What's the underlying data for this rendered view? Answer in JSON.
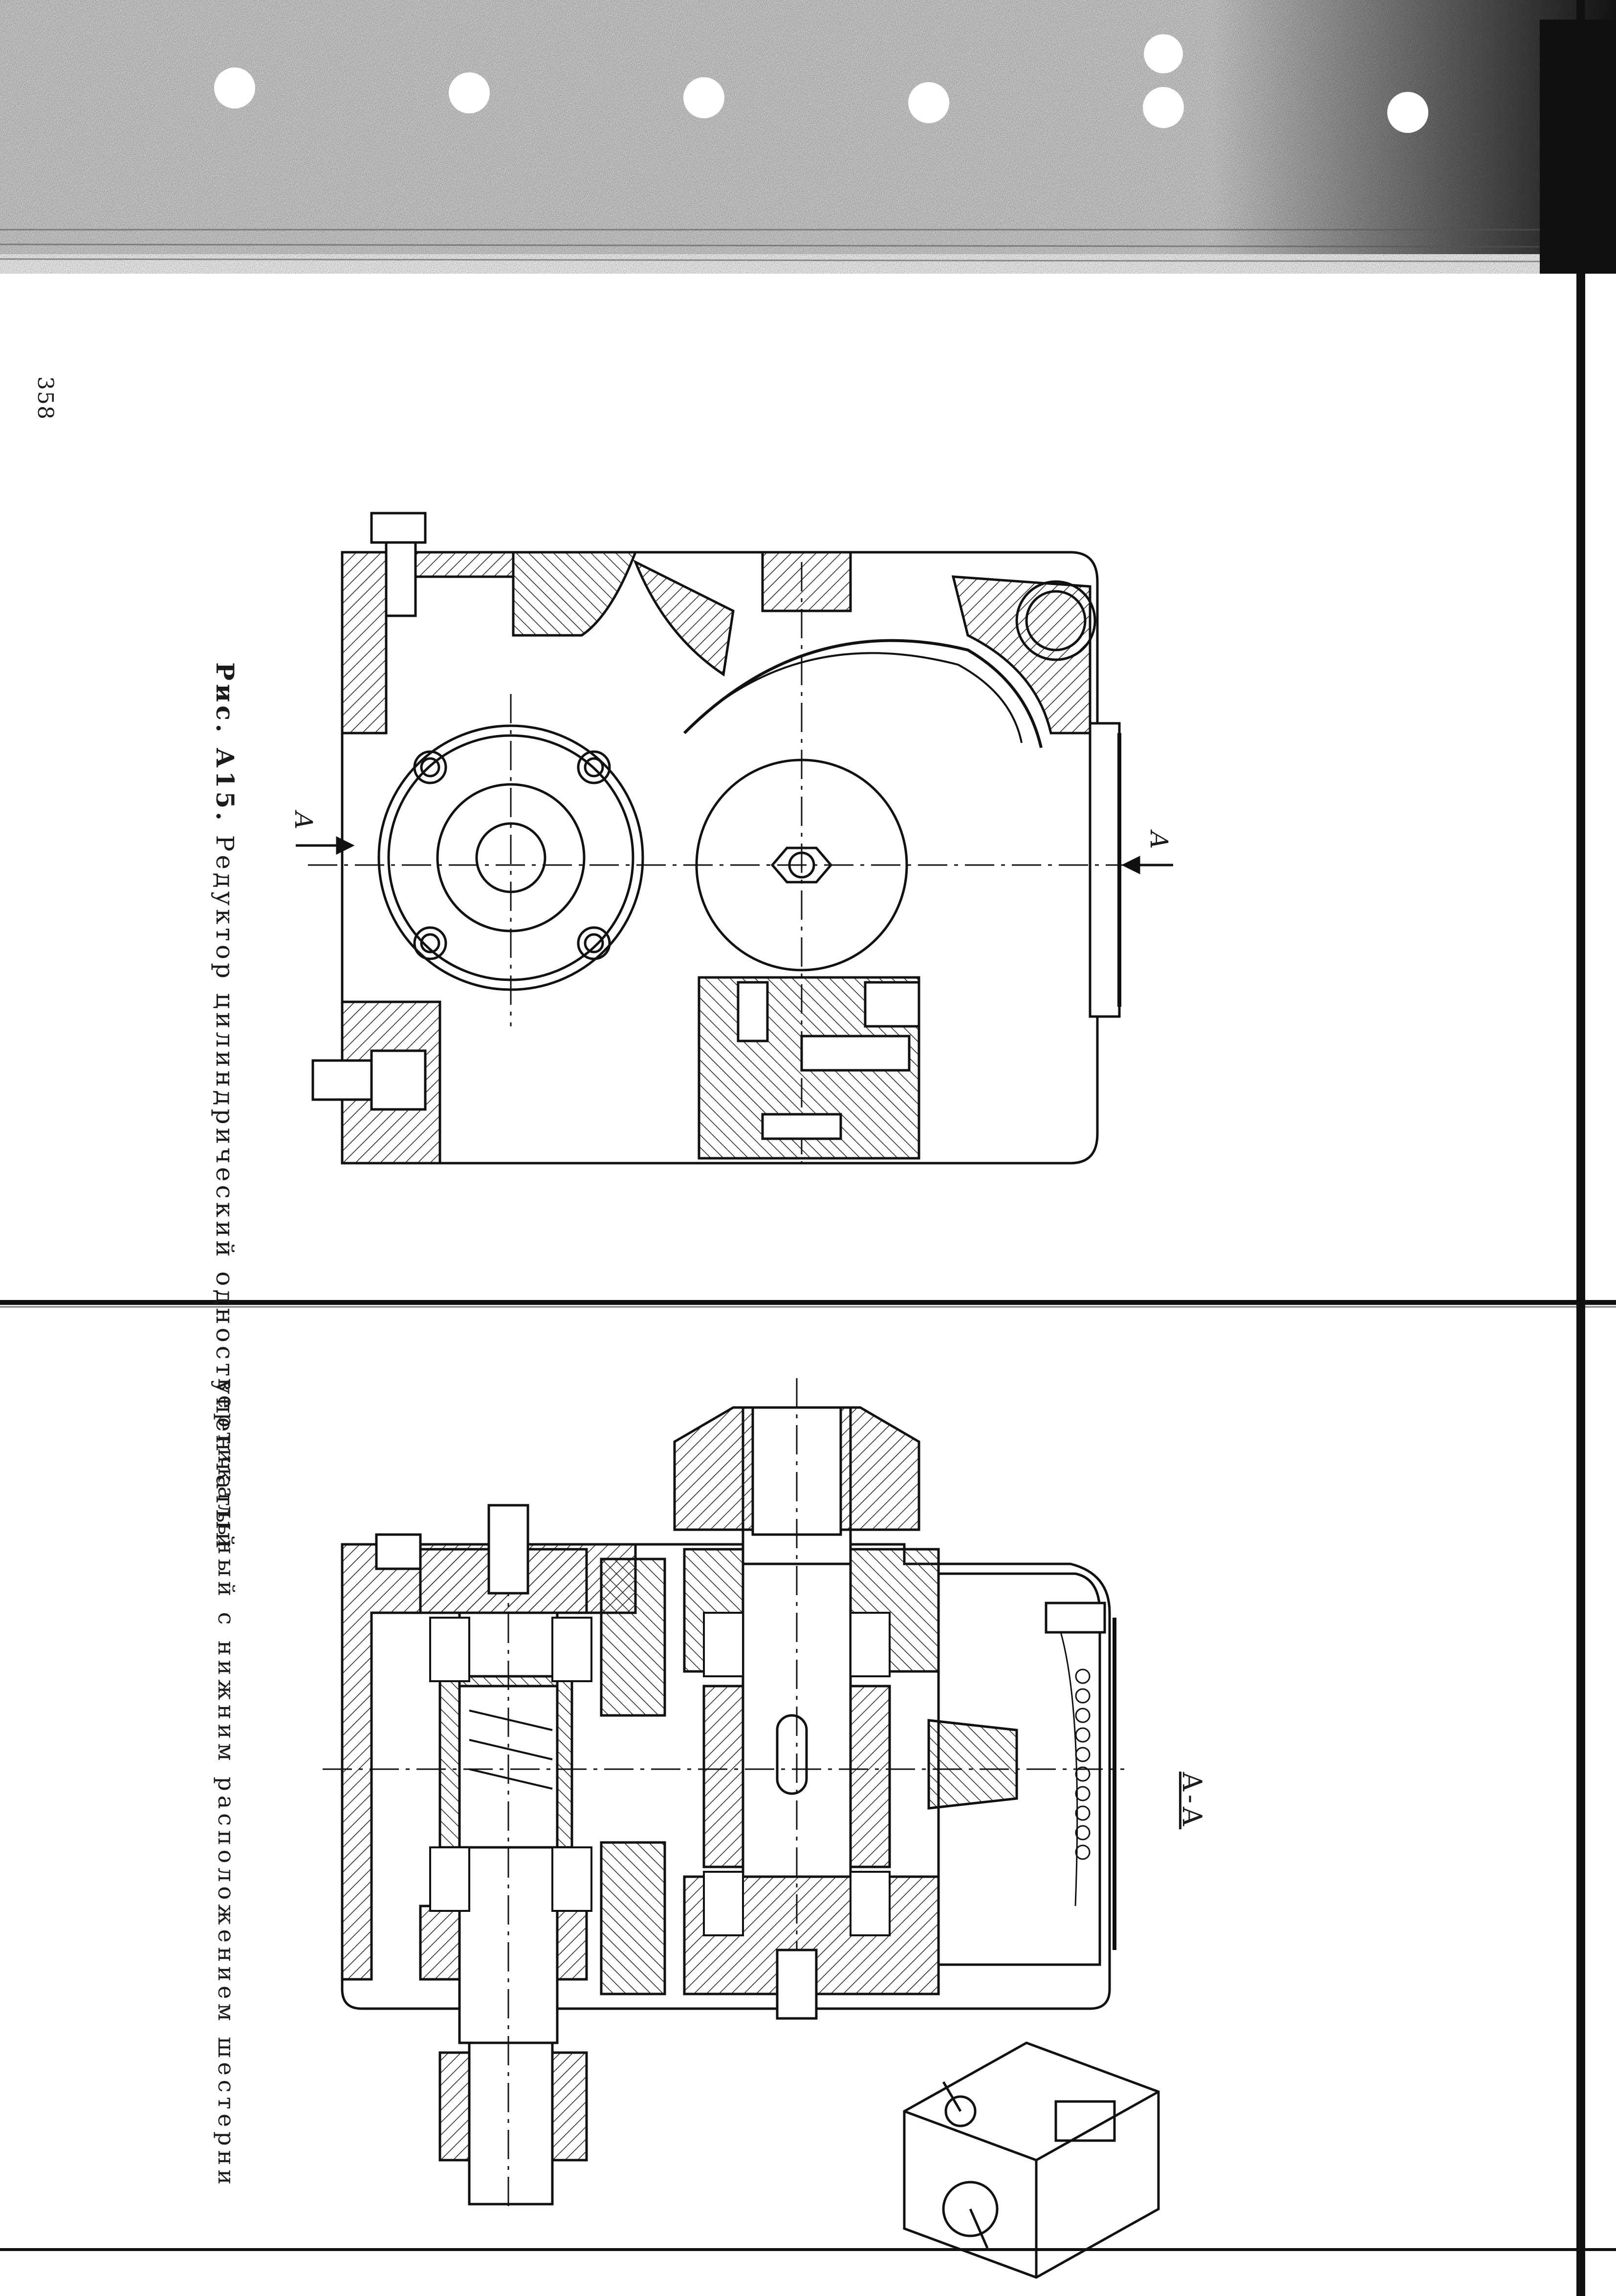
{
  "page": {
    "number": "358",
    "caption_label": "Рис. А15.",
    "caption_line1": "Редуктор цилиндрический одноступенчатый",
    "caption_line2": "вертикальный с нижним расположением шестерни",
    "section_label": "А-А",
    "section_mark_left": "А",
    "section_mark_right": "А"
  }
}
